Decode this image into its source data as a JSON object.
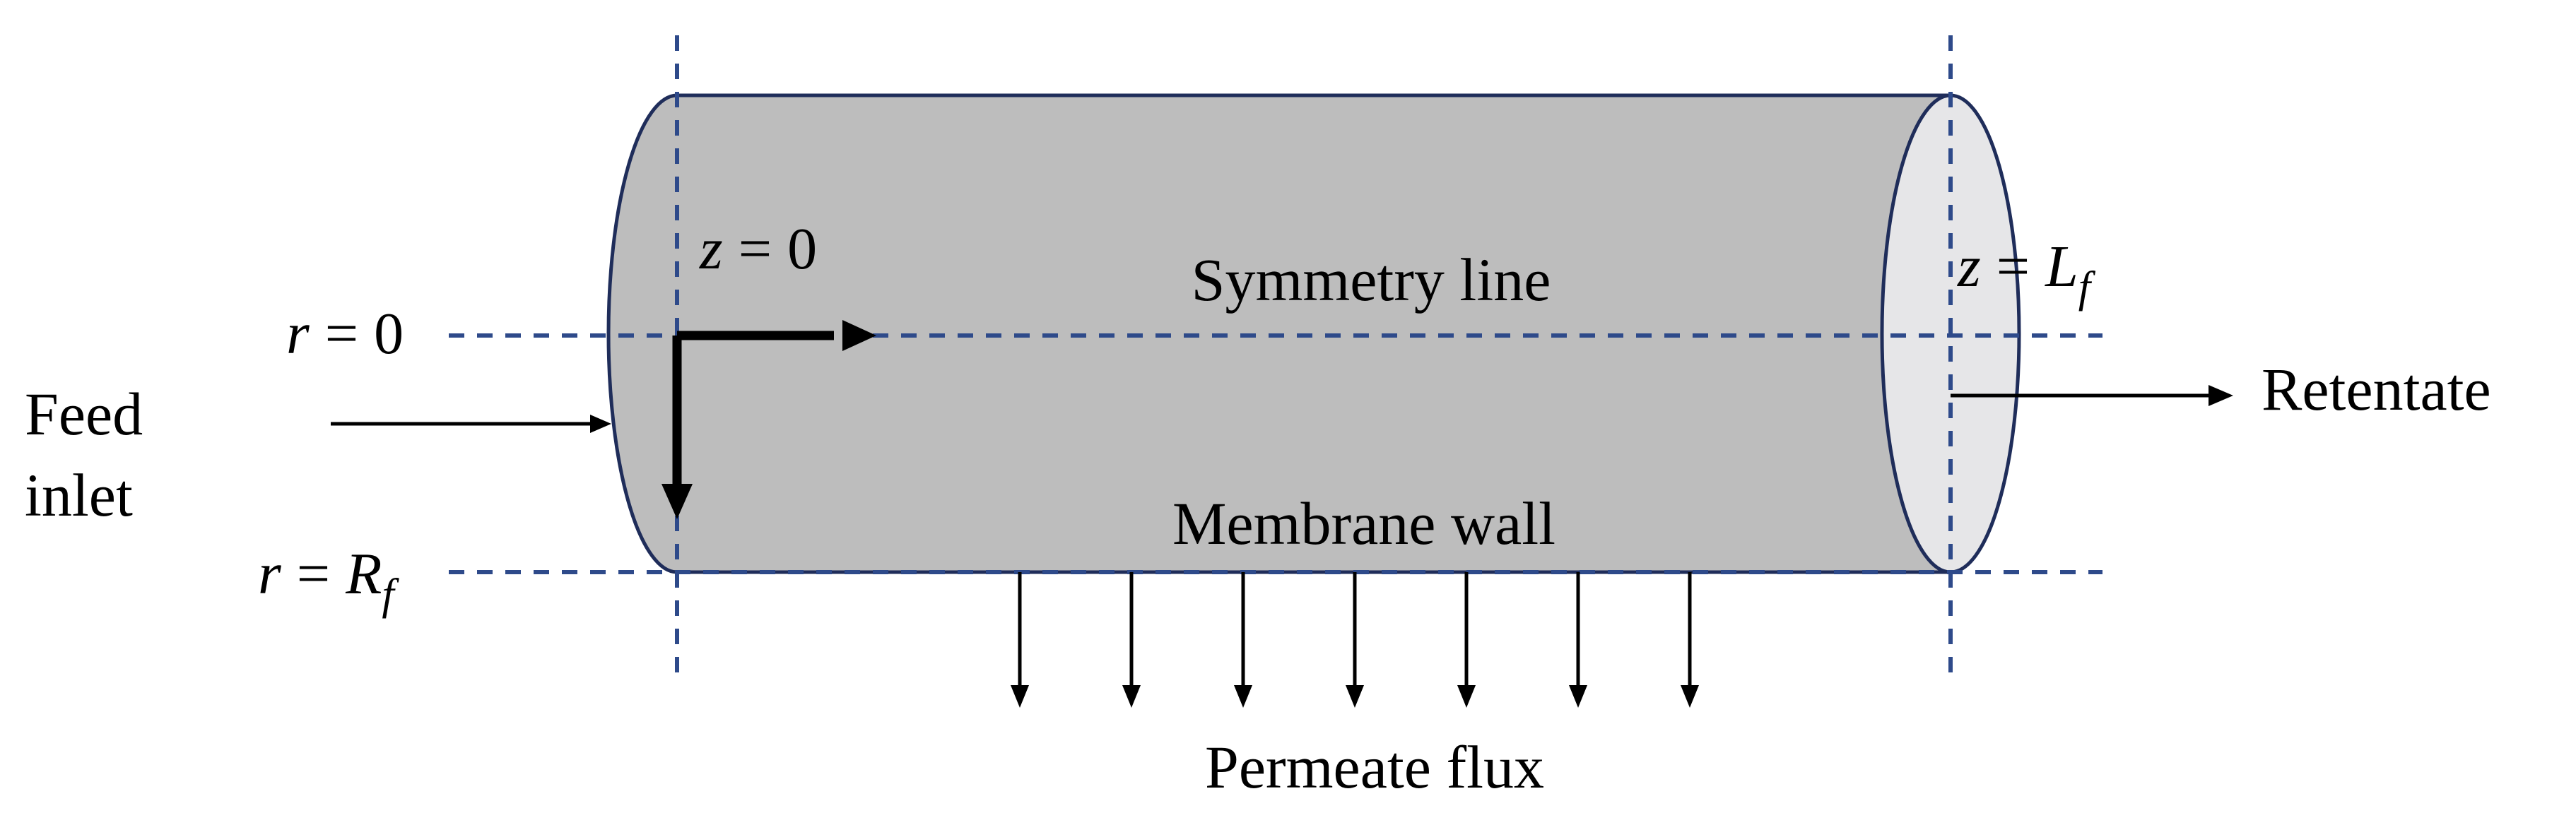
{
  "colors": {
    "cylinder_fill": "#bdbdbd",
    "end_cap_fill": "#e6e6e8",
    "outline": "#1f2d5a",
    "guide_dash": "#2e4a8a",
    "arrow": "#000000"
  },
  "labels": {
    "z_origin": {
      "var": "z",
      "op": "=",
      "val": "0"
    },
    "z_end": {
      "var": "z",
      "op": "=",
      "sym": "L",
      "sub": "f"
    },
    "r_axis": {
      "var": "r",
      "op": "=",
      "val": "0"
    },
    "r_wall": {
      "var": "r",
      "op": "=",
      "sym": "R",
      "sub": "f"
    },
    "symmetry_line": "Symmetry line",
    "membrane_wall": "Membrane wall",
    "feed_line1": "Feed",
    "feed_line2": "inlet",
    "retentate": "Retentate",
    "permeate_flux": "Permeate flux"
  },
  "icons": {
    "feed_arrow": "arrow-right-icon",
    "retentate_arrow": "arrow-right-icon",
    "permeate_arrows": "arrow-down-icon",
    "axes": "coordinate-axes-icon"
  },
  "permeate_arrow_count": 7
}
